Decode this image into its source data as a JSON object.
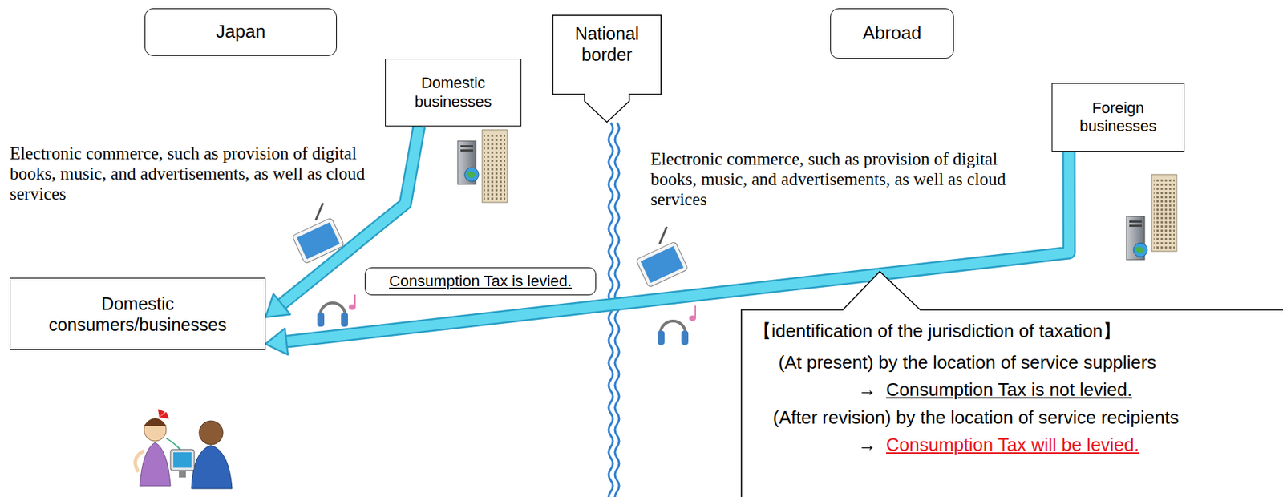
{
  "diagram": {
    "nodes": [
      {
        "text": [
          "Japan"
        ]
      },
      {
        "text": [
          "National border"
        ]
      },
      {
        "text": [
          "Abroad"
        ]
      },
      {
        "text": [
          "Domestic businesses"
        ]
      },
      {
        "text": [
          "Foreign businesses"
        ]
      },
      {
        "text": [
          "Domestic consumers/businesses"
        ]
      },
      {
        "text": [
          "Consumption Tax is levied."
        ]
      },
      {
        "text": [
          "【identification of the jurisdiction of taxation】",
          "(At present) by the location of service suppliers",
          "→",
          "Consumption Tax is not levied.",
          "(After revision) by the location of service recipients",
          "→",
          "Consumption Tax will be levied."
        ]
      }
    ],
    "edges": [
      {
        "from": 3,
        "to": 5,
        "arrow": "to"
      },
      {
        "from": 4,
        "to": 5,
        "arrow": "to"
      }
    ],
    "labels": [
      "Electronic commerce, such as provision of digital books, music, and advertisements, as well as cloud services",
      "Electronic commerce, such as provision of digital books, music, and advertisements, as well as cloud services"
    ]
  }
}
